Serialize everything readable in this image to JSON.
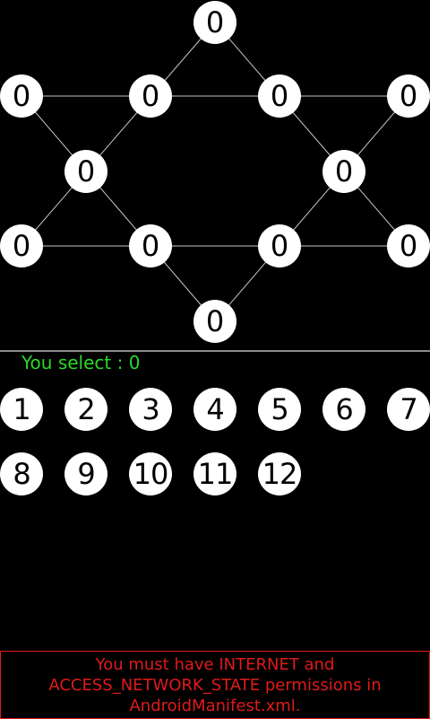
{
  "colors": {
    "background": "#000000",
    "node": "#ffffff",
    "status_text": "#2bd82b",
    "ad_text": "#e01a1a",
    "divider": "#8c8c8c"
  },
  "board": {
    "nodes": [
      "0",
      "0",
      "0",
      "0",
      "0",
      "0",
      "0",
      "0",
      "0",
      "0",
      "0",
      "0"
    ]
  },
  "status": {
    "text": "You select : 0"
  },
  "number_buttons": [
    "1",
    "2",
    "3",
    "4",
    "5",
    "6",
    "7",
    "8",
    "9",
    "10",
    "11",
    "12"
  ],
  "ad_banner": {
    "text": "You must have INTERNET and ACCESS_NETWORK_STATE permissions in AndroidManifest.xml."
  }
}
